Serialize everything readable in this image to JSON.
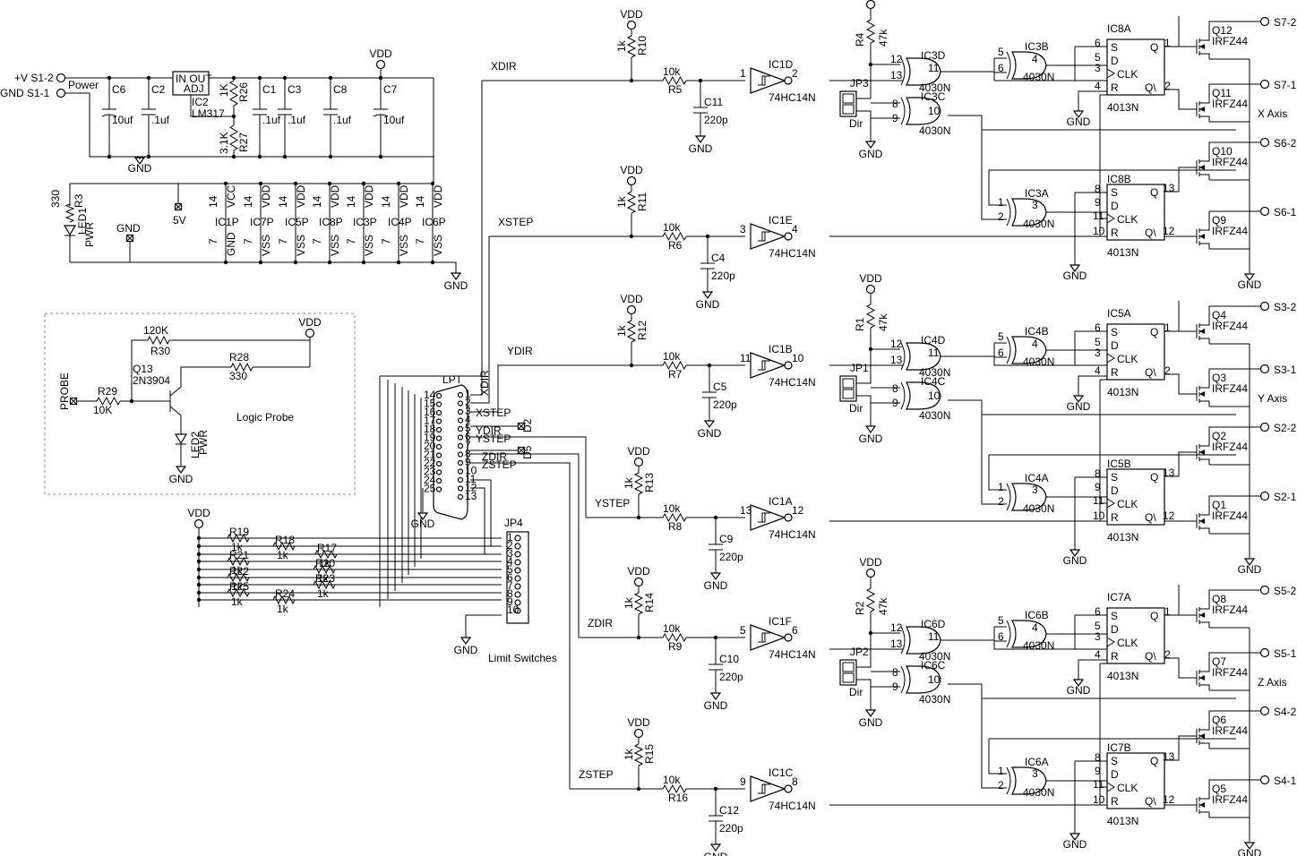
{
  "labels": {
    "power_pos": "+V S1-2",
    "power_gnd": "GND S1-1",
    "power_word": "Power",
    "vdd": "VDD",
    "gnd": "GND",
    "five_v": "5V",
    "logic_probe": "Logic Probe",
    "probe": "PROBE",
    "limit_switches": "Limit Switches",
    "lpt": "LPT",
    "jp4": "JP4",
    "vr_pins": "IN OUT",
    "vr_adj": "ADJ",
    "x_axis": "X Axis",
    "y_axis": "Y Axis",
    "z_axis": "Z Axis",
    "dir": "Dir",
    "transistor": "2N3904",
    "led1": "LED1",
    "led2": "LED2",
    "pwr": "PWR",
    "pin_clk": "CLK",
    "pin_s": "S",
    "pin_d": "D",
    "pin_r": "R",
    "pin_q": "Q",
    "pin_qn": "Q\\"
  },
  "signals": [
    "XDIR",
    "XSTEP",
    "YDIR",
    "YSTEP",
    "ZDIR",
    "ZSTEP"
  ],
  "power_section": {
    "caps": [
      {
        "ref": "C6",
        "value": "10uf",
        "polarized": true
      },
      {
        "ref": "C2",
        "value": ".1uf",
        "polarized": false
      },
      {
        "ref": "C1",
        "value": ".1uf",
        "polarized": false
      },
      {
        "ref": "C3",
        "value": ".1uf",
        "polarized": false
      },
      {
        "ref": "C8",
        "value": ".1uf",
        "polarized": false
      },
      {
        "ref": "C7",
        "value": "10uf",
        "polarized": true
      }
    ],
    "regulator": {
      "ref": "IC2",
      "part": "LM317"
    },
    "resistors": [
      {
        "ref": "R26",
        "value": "1K"
      },
      {
        "ref": "R27",
        "value": "3.1K"
      },
      {
        "ref": "R3",
        "value": "330"
      }
    ],
    "ic_power": [
      {
        "ref": "IC1P",
        "top": "VCC",
        "bottom": "GND"
      },
      {
        "ref": "IC7P",
        "top": "VDD",
        "bottom": "VSS"
      },
      {
        "ref": "IC5P",
        "top": "VDD",
        "bottom": "VSS"
      },
      {
        "ref": "IC8P",
        "top": "VDD",
        "bottom": "VSS"
      },
      {
        "ref": "IC3P",
        "top": "VDD",
        "bottom": "VSS"
      },
      {
        "ref": "IC4P",
        "top": "VDD",
        "bottom": "VSS"
      },
      {
        "ref": "IC6P",
        "top": "VDD",
        "bottom": "VSS"
      }
    ],
    "pin_top": "14",
    "pin_bottom": "7"
  },
  "probe_section": {
    "resistors": [
      {
        "ref": "R30",
        "value": "120K"
      },
      {
        "ref": "R28",
        "value": "330"
      },
      {
        "ref": "R29",
        "value": "10K"
      }
    ],
    "transistor": "Q13"
  },
  "limit_resistors": [
    {
      "ref": "R19",
      "value": "1k"
    },
    {
      "ref": "R18",
      "value": "1k"
    },
    {
      "ref": "R17",
      "value": "1k"
    },
    {
      "ref": "R21",
      "value": "1k"
    },
    {
      "ref": "R20",
      "value": "1k"
    },
    {
      "ref": "R22",
      "value": "1k"
    },
    {
      "ref": "R23",
      "value": "1k"
    },
    {
      "ref": "R25",
      "value": "1k"
    },
    {
      "ref": "R24",
      "value": "1k"
    }
  ],
  "jp4_pins": [
    "1",
    "2",
    "3",
    "4",
    "5",
    "6",
    "7",
    "8",
    "9",
    "10"
  ],
  "lpt_left": [
    "14",
    "15",
    "16",
    "17",
    "18",
    "19",
    "20",
    "21",
    "22",
    "23",
    "24",
    "25"
  ],
  "lpt_right": [
    "1",
    "2",
    "3",
    "4",
    "5",
    "6",
    "7",
    "8",
    "9",
    "10",
    "11",
    "12",
    "13"
  ],
  "lpt_tags": {
    "d2": "D2",
    "d5": "D5",
    "xdir": "XDIR",
    "xstep": "XSTEP",
    "ydir": "YDIR",
    "ystep": "YSTEP",
    "zdir": "ZDIR",
    "zstep": "ZSTEP"
  },
  "channels": [
    {
      "sig": "XDIR",
      "pull": "R10",
      "pull_val": "1k",
      "series": "R5",
      "series_val": "10k",
      "cap": "C11",
      "cap_val": "220p",
      "inv": "IC1D",
      "in_pin": "1",
      "out_pin": "2",
      "inv_part": "74HC14N"
    },
    {
      "sig": "XSTEP",
      "pull": "R11",
      "pull_val": "1k",
      "series": "R6",
      "series_val": "10k",
      "cap": "C4",
      "cap_val": "220p",
      "inv": "IC1E",
      "in_pin": "3",
      "out_pin": "4",
      "inv_part": "74HC14N"
    },
    {
      "sig": "YDIR",
      "pull": "R12",
      "pull_val": "1k",
      "series": "R7",
      "series_val": "10k",
      "cap": "C5",
      "cap_val": "220p",
      "inv": "IC1B",
      "in_pin": "11",
      "out_pin": "10",
      "inv_part": "74HC14N"
    },
    {
      "sig": "YSTEP",
      "pull": "R13",
      "pull_val": "1k",
      "series": "R8",
      "series_val": "10k",
      "cap": "C9",
      "cap_val": "220p",
      "inv": "IC1A",
      "in_pin": "13",
      "out_pin": "12",
      "inv_part": "74HC14N"
    },
    {
      "sig": "ZDIR",
      "pull": "R14",
      "pull_val": "1k",
      "series": "R9",
      "series_val": "10k",
      "cap": "C10",
      "cap_val": "220p",
      "inv": "IC1F",
      "in_pin": "5",
      "out_pin": "6",
      "inv_part": "74HC14N"
    },
    {
      "sig": "ZSTEP",
      "pull": "R15",
      "pull_val": "1k",
      "series": "R16",
      "series_val": "10k",
      "cap": "C12",
      "cap_val": "220p",
      "inv": "IC1C",
      "in_pin": "9",
      "out_pin": "8",
      "inv_part": "74HC14N"
    }
  ],
  "axes": [
    {
      "name": "X Axis",
      "jumper": "JP3",
      "pullup": "R4",
      "pullup_val": "47k",
      "xor_a": "IC3D",
      "xor_a_pins": [
        "12",
        "13",
        "11"
      ],
      "xor_b": "IC3C",
      "xor_b_pins": [
        "8",
        "9",
        "10"
      ],
      "and_a": "IC3B",
      "and_a_pins": [
        "5",
        "6",
        "4"
      ],
      "and_b": "IC3A",
      "and_b_pins": [
        "1",
        "2",
        "3"
      ],
      "xor_part": "4030N",
      "ff_a": "IC8A",
      "ff_a_pins": [
        "6",
        "5",
        "3",
        "4",
        "1",
        "2"
      ],
      "ff_b": "IC8B",
      "ff_b_pins": [
        "8",
        "9",
        "11",
        "10",
        "13",
        "12"
      ],
      "ff_part": "4013N",
      "mosfets": [
        {
          "ref": "Q12",
          "out": "S7-2"
        },
        {
          "ref": "Q11",
          "out": "S7-1"
        },
        {
          "ref": "Q10",
          "out": "S6-2"
        },
        {
          "ref": "Q9",
          "out": "S6-1"
        }
      ],
      "fet_part": "IRFZ44"
    },
    {
      "name": "Y Axis",
      "jumper": "JP1",
      "pullup": "R1",
      "pullup_val": "47k",
      "xor_a": "IC4D",
      "xor_a_pins": [
        "12",
        "13",
        "11"
      ],
      "xor_b": "IC4C",
      "xor_b_pins": [
        "8",
        "9",
        "10"
      ],
      "and_a": "IC4B",
      "and_a_pins": [
        "5",
        "6",
        "4"
      ],
      "and_b": "IC4A",
      "and_b_pins": [
        "1",
        "2",
        "3"
      ],
      "xor_part": "4030N",
      "ff_a": "IC5A",
      "ff_a_pins": [
        "6",
        "5",
        "3",
        "4",
        "1",
        "2"
      ],
      "ff_b": "IC5B",
      "ff_b_pins": [
        "8",
        "9",
        "11",
        "10",
        "13",
        "12"
      ],
      "ff_part": "4013N",
      "mosfets": [
        {
          "ref": "Q4",
          "out": "S3-2"
        },
        {
          "ref": "Q3",
          "out": "S3-1"
        },
        {
          "ref": "Q2",
          "out": "S2-2"
        },
        {
          "ref": "Q1",
          "out": "S2-1"
        }
      ],
      "fet_part": "IRFZ44"
    },
    {
      "name": "Z Axis",
      "jumper": "JP2",
      "pullup": "R2",
      "pullup_val": "47k",
      "xor_a": "IC6D",
      "xor_a_pins": [
        "12",
        "13",
        "11"
      ],
      "xor_b": "IC6C",
      "xor_b_pins": [
        "8",
        "9",
        "10"
      ],
      "and_a": "IC6B",
      "and_a_pins": [
        "5",
        "6",
        "4"
      ],
      "and_b": "IC6A",
      "and_b_pins": [
        "1",
        "2",
        "3"
      ],
      "xor_part": "4030N",
      "ff_a": "IC7A",
      "ff_a_pins": [
        "6",
        "5",
        "3",
        "4",
        "1",
        "2"
      ],
      "ff_b": "IC7B",
      "ff_b_pins": [
        "8",
        "9",
        "11",
        "10",
        "13",
        "12"
      ],
      "ff_part": "4013N",
      "mosfets": [
        {
          "ref": "Q8",
          "out": "S5-2"
        },
        {
          "ref": "Q7",
          "out": "S5-1"
        },
        {
          "ref": "Q6",
          "out": "S4-2"
        },
        {
          "ref": "Q5",
          "out": "S4-1"
        }
      ],
      "fet_part": "IRFZ44"
    }
  ]
}
